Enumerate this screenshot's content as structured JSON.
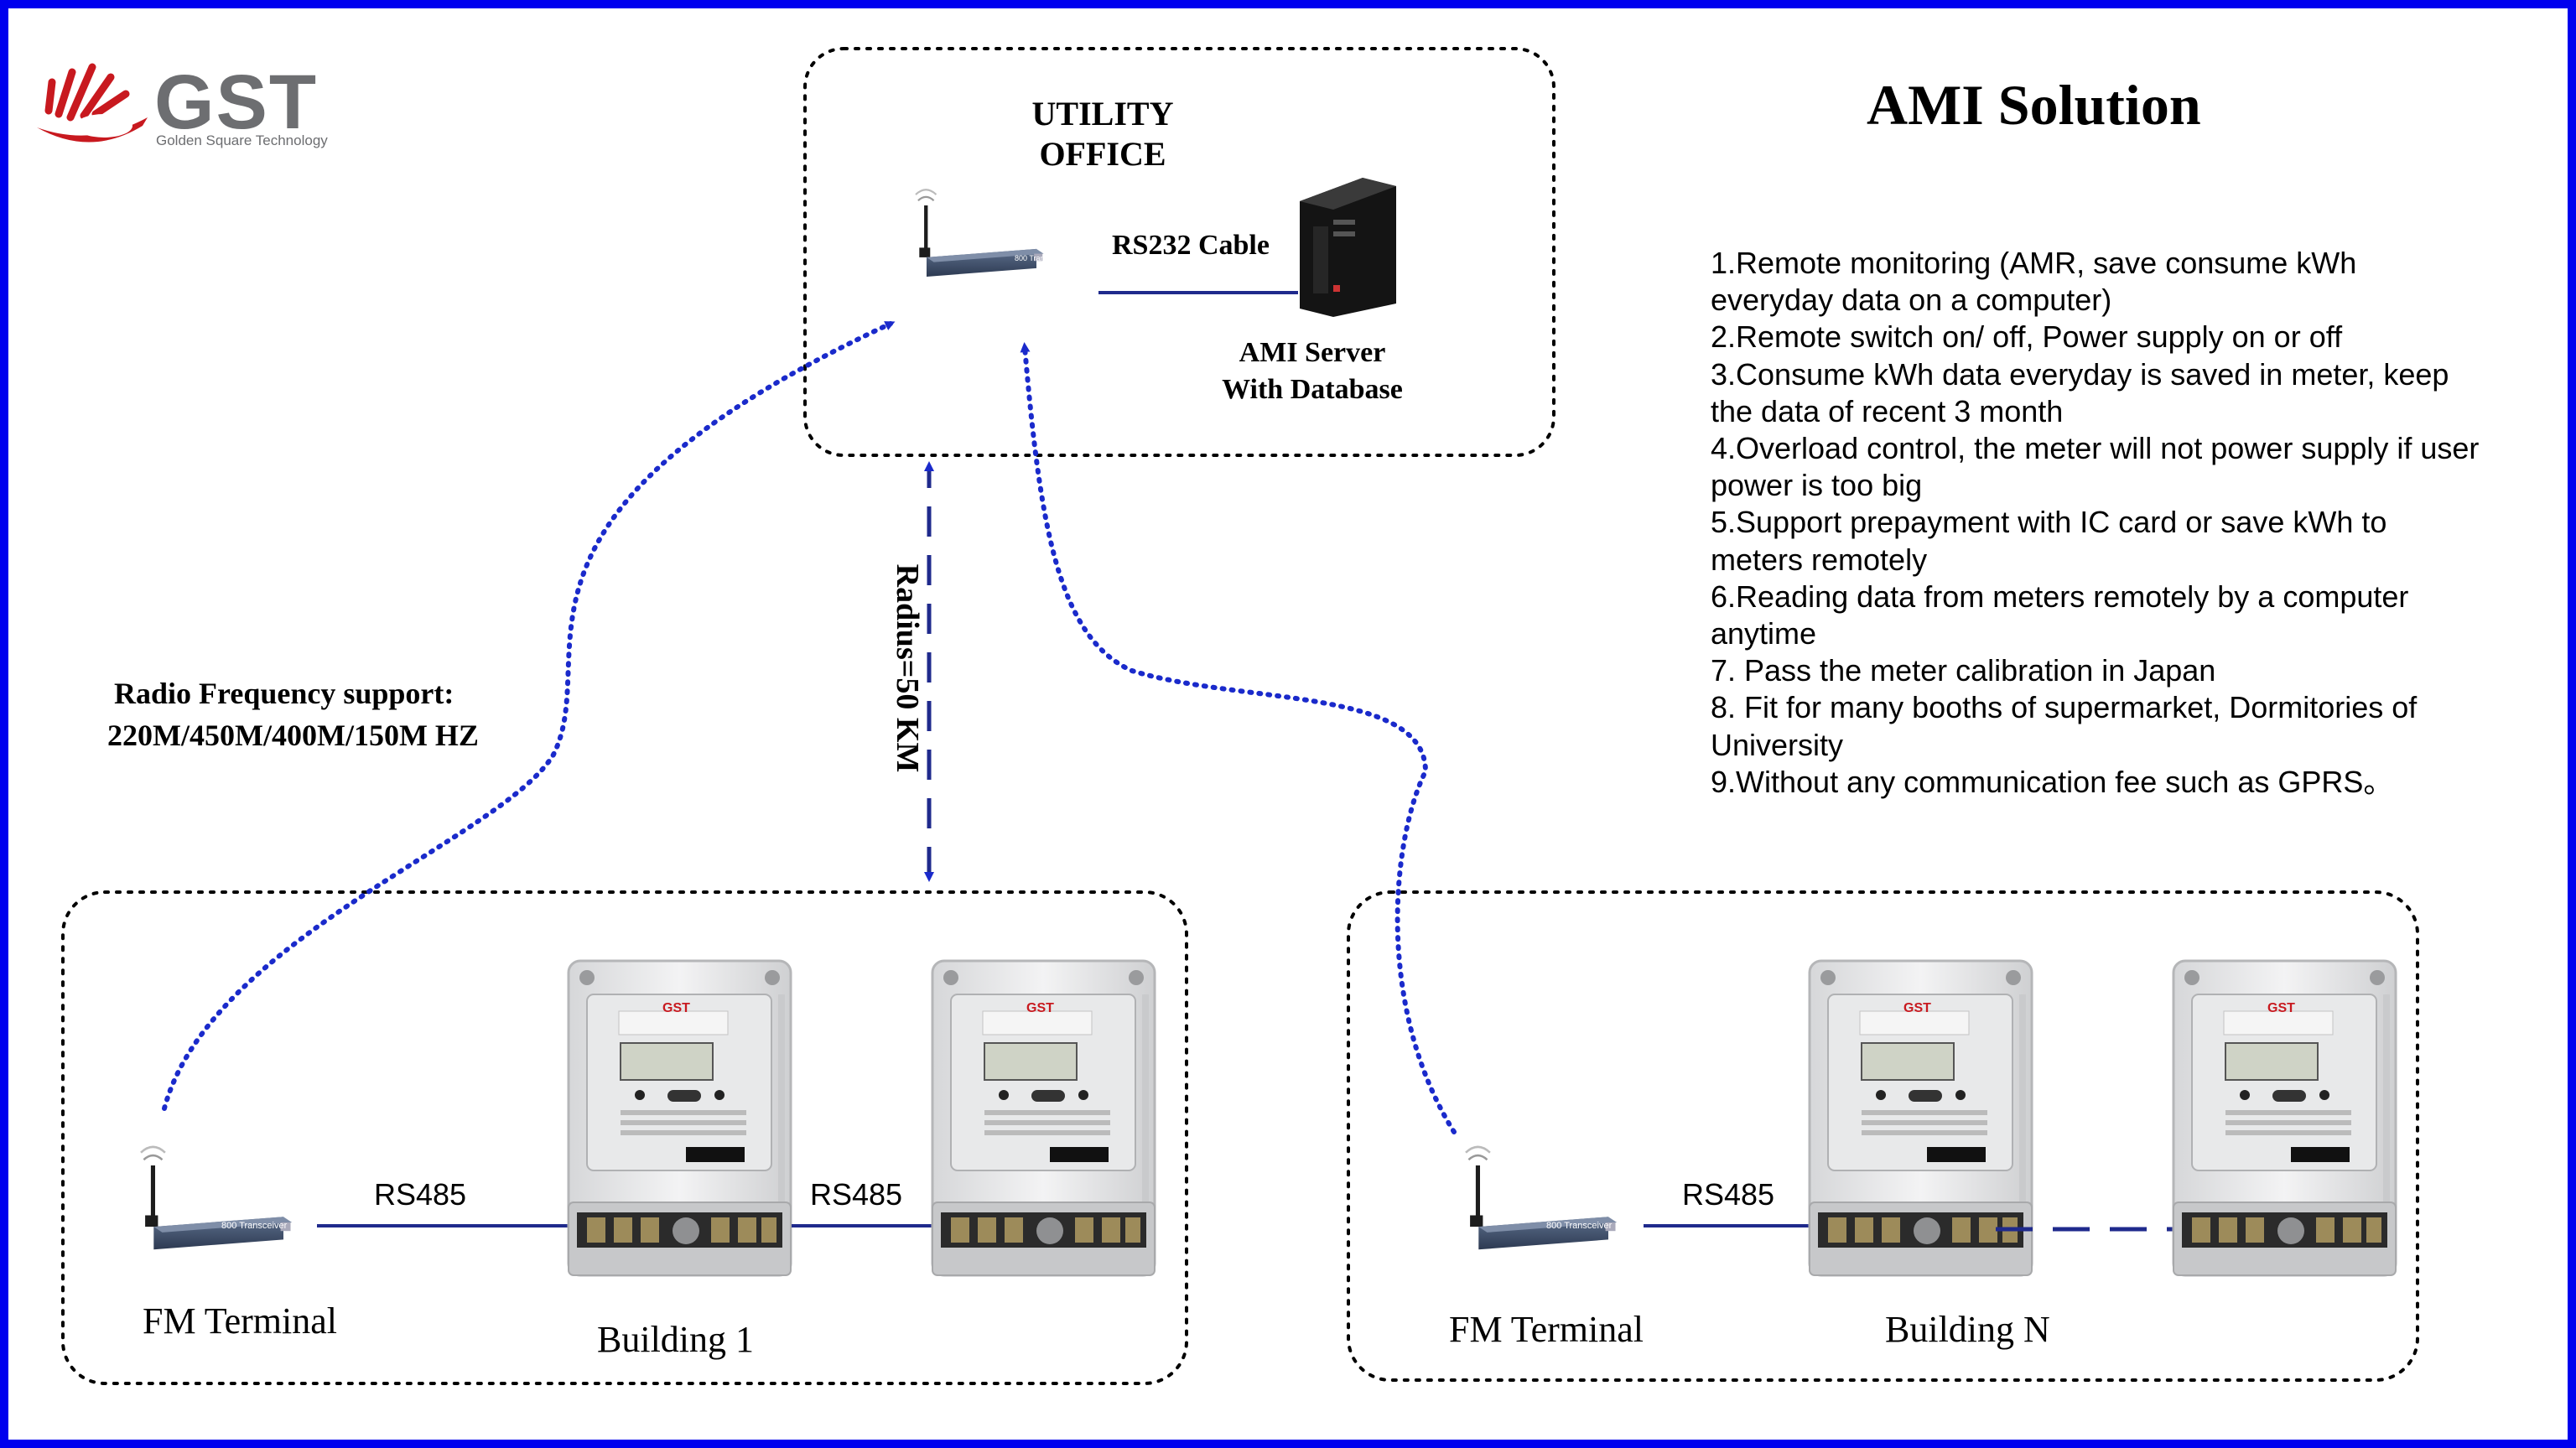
{
  "logo": {
    "name": "GST",
    "subtitle": "Golden Square Technology"
  },
  "title": "AMI Solution",
  "utility_office": {
    "title_line1": "UTILITY",
    "title_line2": "OFFICE",
    "cable_label": "RS232 Cable",
    "server_label_line1": "AMI Server",
    "server_label_line2": "With Database"
  },
  "features": [
    "1.Remote monitoring (AMR, save consume kWh everyday data on a computer)",
    "2.Remote switch on/ off, Power supply on or off",
    "3.Consume kWh data everyday is saved in meter, keep the data of recent 3 month",
    "4.Overload control, the meter will not power supply if user power is too big",
    "5.Support prepayment with IC card or save kWh to meters remotely",
    "6.Reading data from meters remotely by a computer anytime",
    "7. Pass the meter calibration in Japan",
    "8. Fit for many booths of supermarket, Dormitories of University",
    "9.Without any communication fee such as GPRS。"
  ],
  "radio": {
    "line1": "Radio Frequency support:",
    "line2": "220M/450M/400M/150M HZ"
  },
  "radius_label": "Radius=50 KM",
  "building_1": {
    "terminal_label": "FM Terminal",
    "building_label": "Building 1",
    "link1": "RS485",
    "link2": "RS485"
  },
  "building_n": {
    "terminal_label": "FM Terminal",
    "building_label": "Building N",
    "link1": "RS485"
  },
  "device_text": {
    "meter_brand": "GST",
    "transceiver_title": "800 Transceiver"
  },
  "colors": {
    "border": "#0000ee",
    "link": "#1f2a8c",
    "dotted": "#1a2acb",
    "logo_red": "#c8191f",
    "logo_gray": "#6d6e71"
  }
}
